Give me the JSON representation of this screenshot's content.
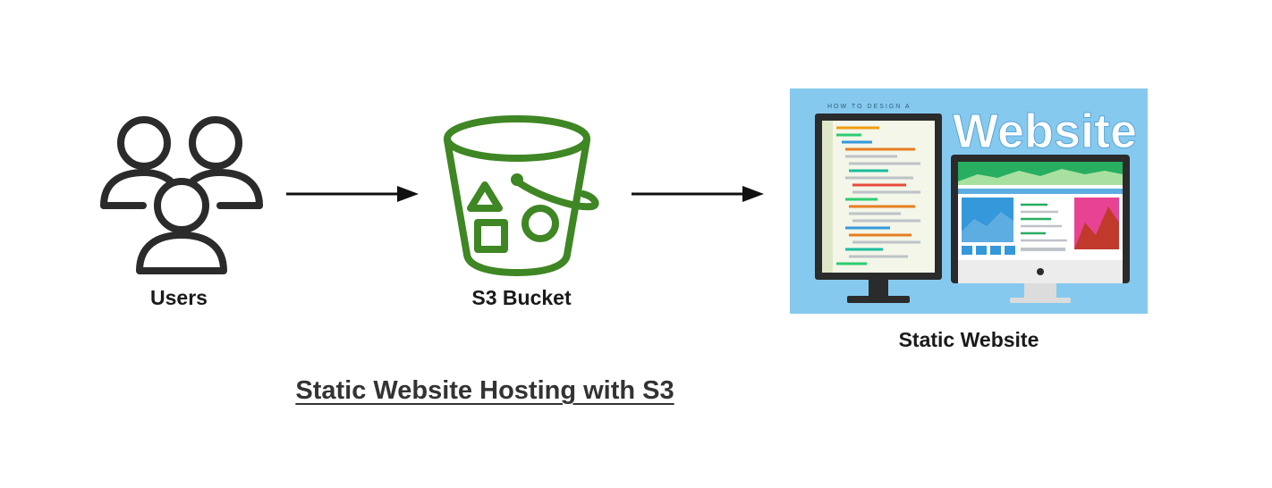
{
  "diagram": {
    "caption": "Static Website Hosting with S3",
    "nodes": [
      {
        "id": "users",
        "label": "Users",
        "icon": "users-group-icon"
      },
      {
        "id": "bucket",
        "label": "S3 Bucket",
        "icon": "s3-bucket-icon"
      },
      {
        "id": "website",
        "label": "Static Website",
        "icon": "website-illustration"
      }
    ],
    "edges": [
      {
        "from": "users",
        "to": "bucket"
      },
      {
        "from": "bucket",
        "to": "website"
      }
    ]
  },
  "illustration": {
    "heading": "Website",
    "small_text": "HOW TO DESIGN A"
  },
  "colors": {
    "bucket_green": "#3f8624",
    "illustration_bg": "#86c9ee",
    "icon_dark": "#2b2b2b",
    "arrow": "#111111"
  }
}
